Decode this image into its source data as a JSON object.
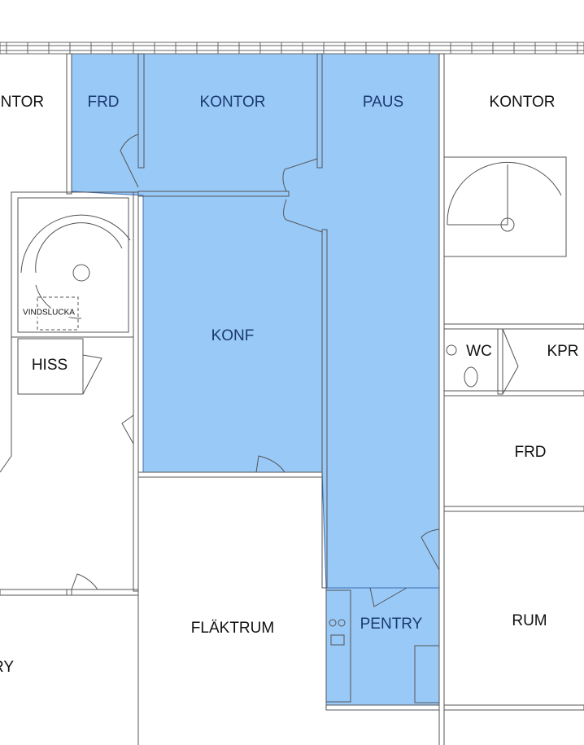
{
  "colors": {
    "highlight": "#99c9f7",
    "highlight_border": "#3d6fb0",
    "label_highlight": "#1b3a6e",
    "wall": "#555555"
  },
  "rooms": {
    "kontor_left": "ONTOR",
    "frd_top": "FRD",
    "kontor_mid": "KONTOR",
    "paus": "PAUS",
    "kontor_right": "KONTOR",
    "vindslucka": "VINDSLUCKA",
    "hiss": "HISS",
    "konf": "KONF",
    "wc": "WC",
    "kpr": "KPR",
    "frd_right": "FRD",
    "flaktrum": "FLÄKTRUM",
    "pentry": "PENTRY",
    "rum": "RUM",
    "left_bottom": "RY"
  }
}
